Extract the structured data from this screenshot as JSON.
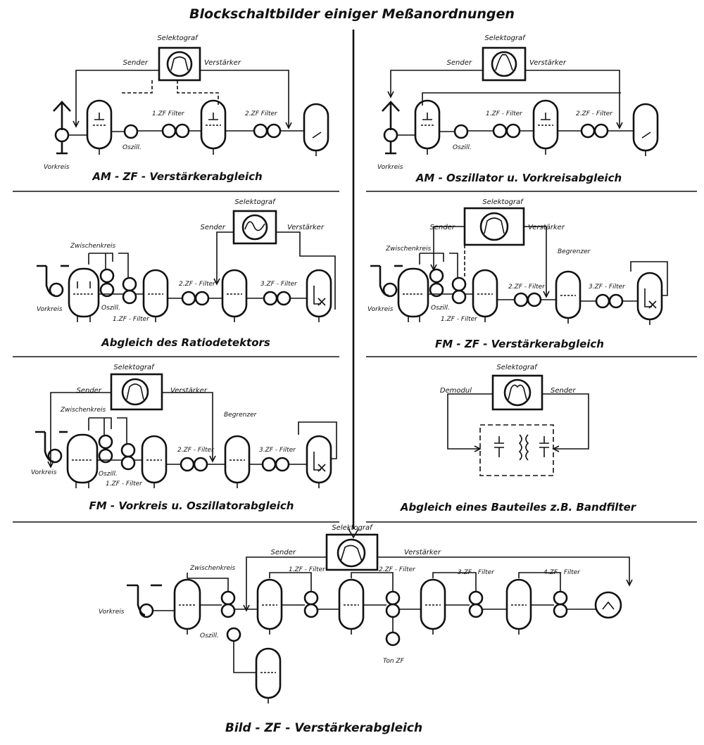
{
  "page_title": "Blockschaltbilder einiger Meßanordnungen",
  "panels": {
    "am_zf": {
      "caption": "AM - ZF - Verstärkerabgleich",
      "selektograf": "Selektograf",
      "sender": "Sender",
      "verstaerker": "Verstärker",
      "filter1": "1.ZF Filter",
      "filter2": "2.ZF Filter",
      "oszill": "Oszill.",
      "vorkreis": "Vorkreis"
    },
    "am_osz": {
      "caption": "AM - Oszillator u. Vorkreisabgleich",
      "selektograf": "Selektograf",
      "sender": "Sender",
      "verstaerker": "Verstärker",
      "filter1": "1.ZF - Filter",
      "filter2": "2.ZF - Filter",
      "oszill": "Oszill.",
      "vorkreis": "Vorkreis"
    },
    "ratio": {
      "caption": "Abgleich des Ratiodetektors",
      "selektograf": "Selektograf",
      "sender": "Sender",
      "verstaerker": "Verstärker",
      "zwischenkreis": "Zwischenkreis",
      "vorkreis": "Vorkreis",
      "oszill": "Oszill.",
      "filter1": "1.ZF - Filter",
      "filter2": "2.ZF - Filter",
      "filter3": "3.ZF - Filter"
    },
    "fm_zf": {
      "caption": "FM - ZF - Verstärkerabgleich",
      "selektograf": "Selektograf",
      "sender": "Sender",
      "verstaerker": "Verstärker",
      "zwischenkreis": "Zwischenkreis",
      "begrenzer": "Begrenzer",
      "vorkreis": "Vorkreis",
      "oszill": "Oszill.",
      "filter1": "1.ZF - Filter",
      "filter2": "2.ZF - Filter",
      "filter3": "3.ZF - Filter"
    },
    "fm_vork": {
      "caption": "FM - Vorkreis u. Oszillatorabgleich",
      "selektograf": "Selektograf",
      "sender": "Sender",
      "verstaerker": "Verstärker",
      "zwischenkreis": "Zwischenkreis",
      "begrenzer": "Begrenzer",
      "vorkreis": "Vorkreis",
      "oszill": "Oszill.",
      "filter1": "1.ZF - Filter",
      "filter2": "2.ZF - Filter",
      "filter3": "3.ZF - Filter"
    },
    "bandfilter": {
      "caption": "Abgleich eines Bauteiles z.B. Bandfilter",
      "selektograf": "Selektograf",
      "demodul": "Demodul",
      "sender": "Sender"
    },
    "bild_zf": {
      "caption": "Bild - ZF - Verstärkerabgleich",
      "selektograf": "Selektograf",
      "sender": "Sender",
      "verstaerker": "Verstärker",
      "zwischenkreis": "Zwischenkreis",
      "vorkreis": "Vorkreis",
      "oszill": "Oszill.",
      "filter1": "1.ZF - Filter",
      "filter2": "2.ZF - Filter",
      "filter3": "3.ZF - Filter",
      "filter4": "4.ZF - Filter",
      "ton": "Ton ZF"
    }
  }
}
